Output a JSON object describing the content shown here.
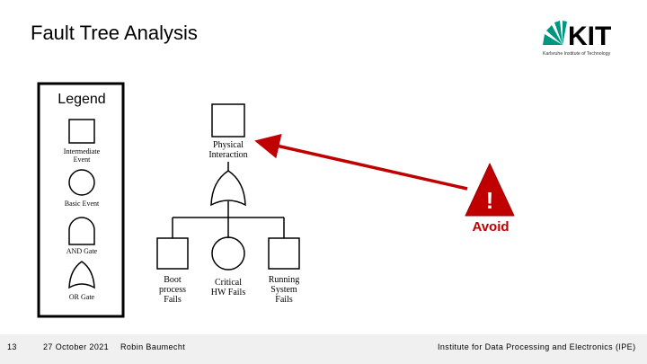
{
  "slide": {
    "title": "Fault Tree Analysis",
    "logo_text": "KIT",
    "logo_subtext": "Karlsruhe Institute of Technology"
  },
  "legend": {
    "title": "Legend",
    "items": [
      {
        "label_lines": [
          "Intermediate",
          "Event"
        ]
      },
      {
        "label_lines": [
          "Basic Event"
        ]
      },
      {
        "label_lines": [
          "AND Gate"
        ]
      },
      {
        "label_lines": [
          "OR Gate"
        ]
      }
    ]
  },
  "tree": {
    "top_event_lines": [
      "Physical",
      "Interaction"
    ],
    "children": [
      {
        "label_lines": [
          "Boot",
          "process",
          "Fails"
        ]
      },
      {
        "label_lines": [
          "Critical",
          "HW Fails"
        ]
      },
      {
        "label_lines": [
          "Running",
          "System",
          "Fails"
        ]
      }
    ]
  },
  "warning": {
    "symbol": "!",
    "label": "Avoid"
  },
  "footer": {
    "page_number": "13",
    "date": "27 October 2021",
    "author": "Robin Baumecht",
    "institute": "Institute for Data Processing and Electronics (IPE)"
  },
  "colors": {
    "kit_green": "#009682",
    "arrow_red": "#c00000",
    "warning_red": "#c00000"
  }
}
